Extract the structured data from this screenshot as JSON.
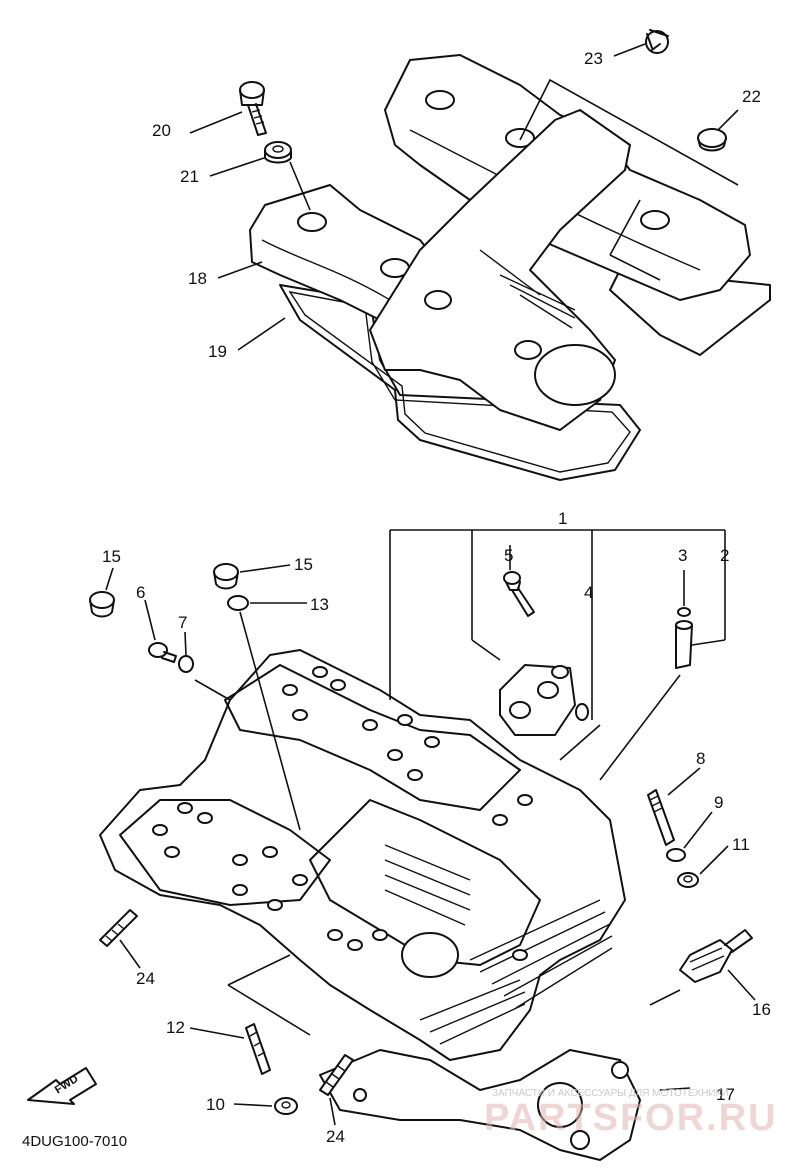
{
  "diagram": {
    "reference_code": "4DUG100-7010",
    "direction_label": "FWD",
    "callouts": {
      "c1": "1",
      "c2": "2",
      "c3": "3",
      "c4": "4",
      "c5": "5",
      "c6": "6",
      "c7": "7",
      "c8": "8",
      "c9": "9",
      "c10": "10",
      "c11": "11",
      "c12": "12",
      "c13": "13",
      "c15a": "15",
      "c15b": "15",
      "c16": "16",
      "c17": "17",
      "c18": "18",
      "c19": "19",
      "c20": "20",
      "c21": "21",
      "c22": "22",
      "c23": "23",
      "c24a": "24",
      "c24b": "24"
    },
    "watermark": {
      "subtitle": "ЗАПЧАСТИ И АКСЕССУАРЫ ДЛЯ МОТОТЕХНИКИ",
      "brand": "PARTSFOR.RU"
    }
  }
}
